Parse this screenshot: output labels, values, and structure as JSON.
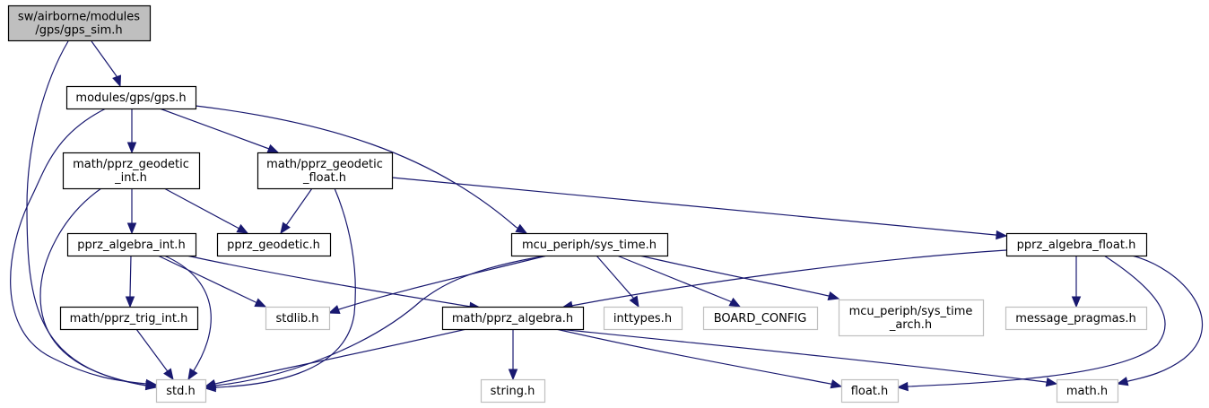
{
  "graph": {
    "title": "Include dependency graph for gps_sim.h",
    "colors": {
      "edge": "#191970",
      "root_fill": "#bfbfbf",
      "documented_border": "#000000",
      "external_border": "#bfbfbf"
    },
    "nodes": [
      {
        "id": "gps_sim",
        "lines": [
          "sw/airborne/modules",
          "/gps/gps_sim.h"
        ],
        "kind": "root"
      },
      {
        "id": "gps",
        "lines": [
          "modules/gps/gps.h"
        ],
        "kind": "documented"
      },
      {
        "id": "geodetic_int",
        "lines": [
          "math/pprz_geodetic",
          "_int.h"
        ],
        "kind": "documented"
      },
      {
        "id": "geodetic_float",
        "lines": [
          "math/pprz_geodetic",
          "_float.h"
        ],
        "kind": "documented"
      },
      {
        "id": "algebra_int",
        "lines": [
          "pprz_algebra_int.h"
        ],
        "kind": "documented"
      },
      {
        "id": "geodetic",
        "lines": [
          "pprz_geodetic.h"
        ],
        "kind": "documented"
      },
      {
        "id": "sys_time",
        "lines": [
          "mcu_periph/sys_time.h"
        ],
        "kind": "documented"
      },
      {
        "id": "algebra_float",
        "lines": [
          "pprz_algebra_float.h"
        ],
        "kind": "documented"
      },
      {
        "id": "trig_int",
        "lines": [
          "math/pprz_trig_int.h"
        ],
        "kind": "documented"
      },
      {
        "id": "stdlib",
        "lines": [
          "stdlib.h"
        ],
        "kind": "external"
      },
      {
        "id": "algebra",
        "lines": [
          "math/pprz_algebra.h"
        ],
        "kind": "documented"
      },
      {
        "id": "inttypes",
        "lines": [
          "inttypes.h"
        ],
        "kind": "external"
      },
      {
        "id": "board_config",
        "lines": [
          "BOARD_CONFIG"
        ],
        "kind": "external"
      },
      {
        "id": "sys_time_arch",
        "lines": [
          "mcu_periph/sys_time",
          "_arch.h"
        ],
        "kind": "external"
      },
      {
        "id": "message_pragmas",
        "lines": [
          "message_pragmas.h"
        ],
        "kind": "external"
      },
      {
        "id": "std",
        "lines": [
          "std.h"
        ],
        "kind": "external"
      },
      {
        "id": "string",
        "lines": [
          "string.h"
        ],
        "kind": "external"
      },
      {
        "id": "float",
        "lines": [
          "float.h"
        ],
        "kind": "external"
      },
      {
        "id": "math",
        "lines": [
          "math.h"
        ],
        "kind": "external"
      }
    ],
    "edges": [
      {
        "from": "gps_sim",
        "to": "gps"
      },
      {
        "from": "gps_sim",
        "to": "std"
      },
      {
        "from": "gps",
        "to": "geodetic_int"
      },
      {
        "from": "gps",
        "to": "geodetic_float"
      },
      {
        "from": "gps",
        "to": "sys_time"
      },
      {
        "from": "gps",
        "to": "std"
      },
      {
        "from": "geodetic_int",
        "to": "algebra_int"
      },
      {
        "from": "geodetic_int",
        "to": "geodetic"
      },
      {
        "from": "geodetic_int",
        "to": "std"
      },
      {
        "from": "geodetic_float",
        "to": "geodetic"
      },
      {
        "from": "geodetic_float",
        "to": "algebra_float"
      },
      {
        "from": "geodetic_float",
        "to": "std"
      },
      {
        "from": "algebra_int",
        "to": "trig_int"
      },
      {
        "from": "algebra_int",
        "to": "stdlib"
      },
      {
        "from": "algebra_int",
        "to": "algebra"
      },
      {
        "from": "algebra_int",
        "to": "std"
      },
      {
        "from": "trig_int",
        "to": "std"
      },
      {
        "from": "sys_time",
        "to": "stdlib"
      },
      {
        "from": "sys_time",
        "to": "std"
      },
      {
        "from": "sys_time",
        "to": "inttypes"
      },
      {
        "from": "sys_time",
        "to": "board_config"
      },
      {
        "from": "sys_time",
        "to": "sys_time_arch"
      },
      {
        "from": "algebra_float",
        "to": "algebra"
      },
      {
        "from": "algebra_float",
        "to": "message_pragmas"
      },
      {
        "from": "algebra_float",
        "to": "float"
      },
      {
        "from": "algebra_float",
        "to": "math"
      },
      {
        "from": "algebra",
        "to": "std"
      },
      {
        "from": "algebra",
        "to": "string"
      },
      {
        "from": "algebra",
        "to": "float"
      },
      {
        "from": "algebra",
        "to": "math"
      }
    ]
  }
}
